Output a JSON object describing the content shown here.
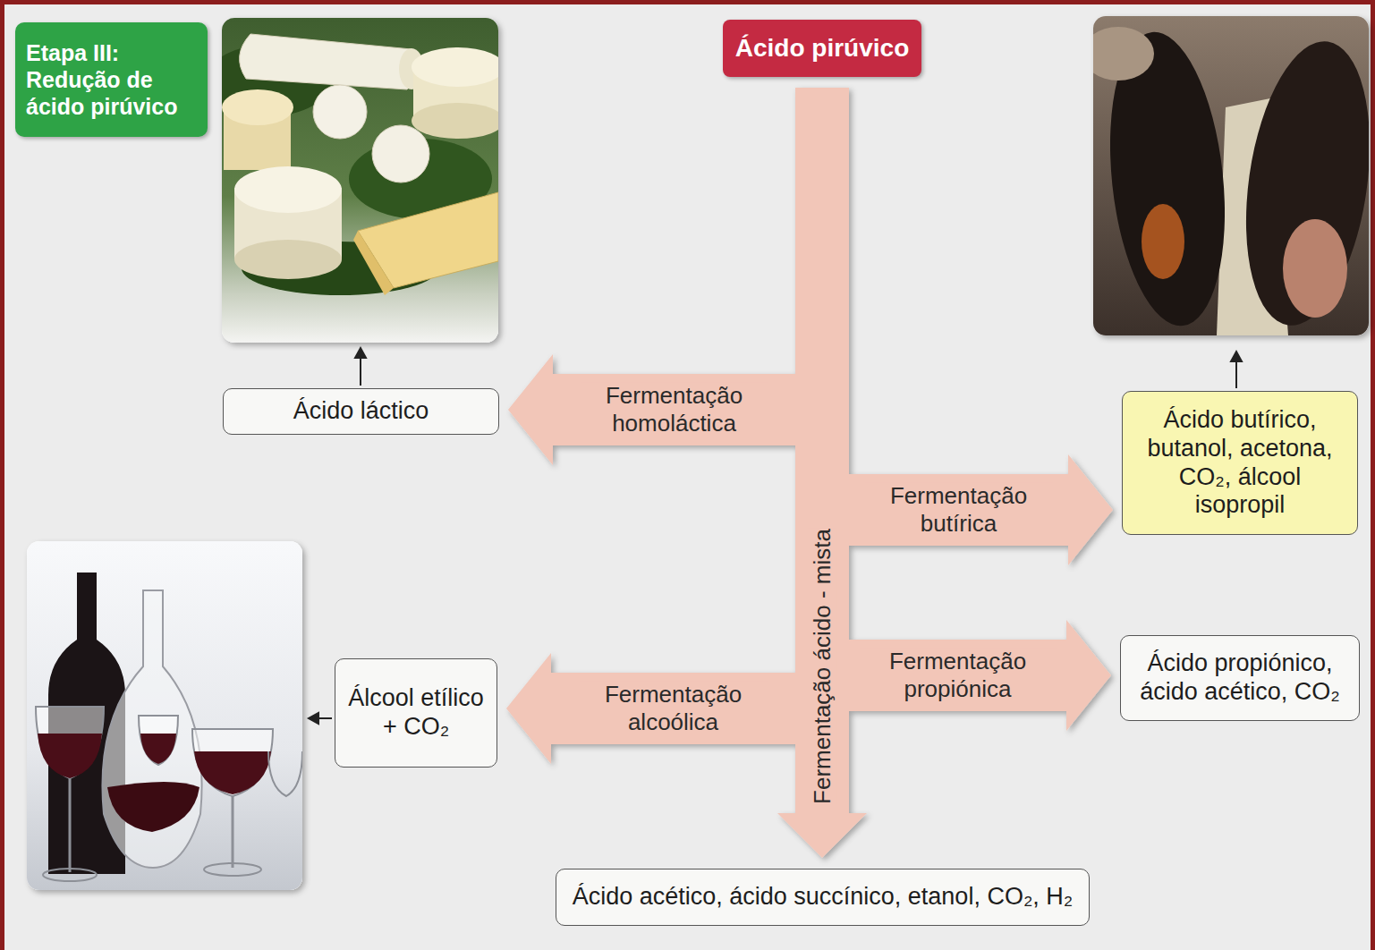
{
  "diagram": {
    "nodes": [
      {
        "text": [
          "Etapa III: Redução de ácido pirúvico"
        ]
      },
      {
        "text": [
          "Ácido pirúvico"
        ]
      },
      {
        "text": [
          "Ácido láctico"
        ]
      },
      {
        "text": [
          "Ácido butírico, butanol, acetona, CO₂, álcool isopropil"
        ]
      },
      {
        "text": [
          "Ácido propiónico, ácido acético, CO₂"
        ]
      },
      {
        "text": [
          "Álcool etílico + CO₂"
        ]
      },
      {
        "text": [
          "Ácido acético, ácido succínico, etanol, CO₂, H₂"
        ]
      }
    ],
    "edges": [
      {
        "from": 1,
        "to": 2,
        "arrow": "to",
        "label": "Fermentação homoláctica"
      },
      {
        "from": 1,
        "to": 3,
        "arrow": "to",
        "label": "Fermentação butírica"
      },
      {
        "from": 1,
        "to": 4,
        "arrow": "to",
        "label": "Fermentação propiónica"
      },
      {
        "from": 1,
        "to": 5,
        "arrow": "to",
        "label": "Fermentação alcoólica"
      },
      {
        "from": 1,
        "to": 6,
        "arrow": "to",
        "label": "Fermentação ácido - mista"
      }
    ]
  }
}
